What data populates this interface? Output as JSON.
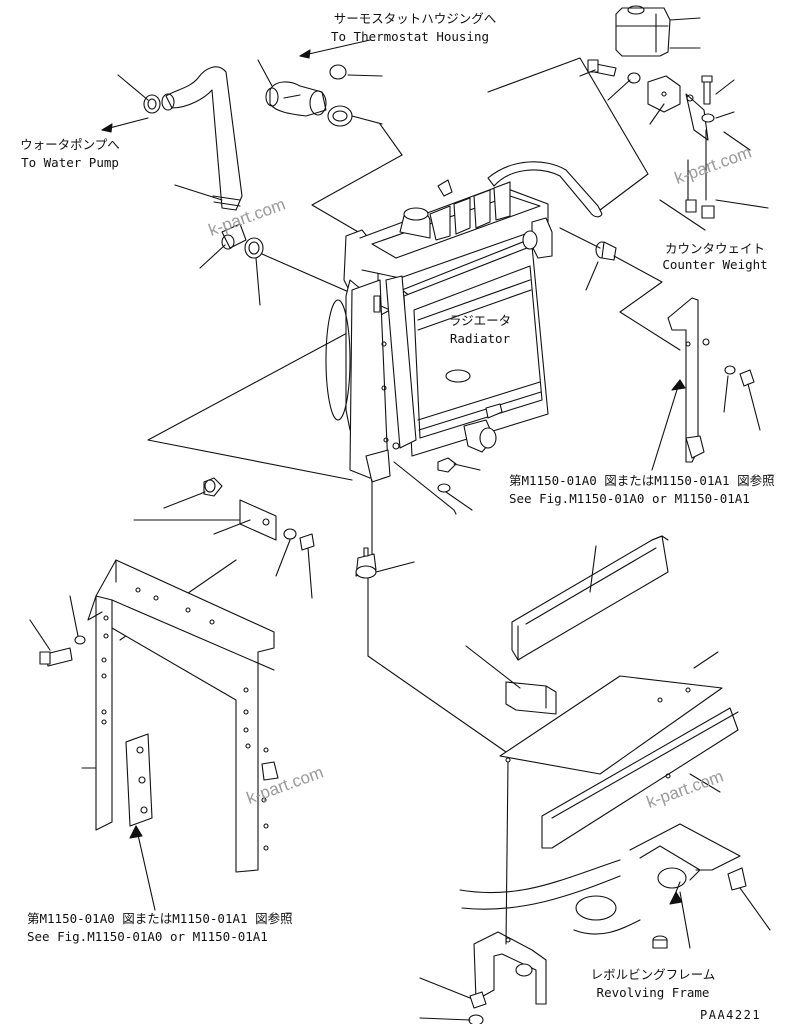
{
  "labels": {
    "thermostat": {
      "ja": "サーモスタットハウジングへ",
      "en": "To Thermostat Housing"
    },
    "water_pump": {
      "ja": "ウォータポンプへ",
      "en": "To Water Pump"
    },
    "counter_weight": {
      "ja": "カウンタウェイト",
      "en": "Counter Weight"
    },
    "radiator": {
      "ja": "ラジエータ",
      "en": "Radiator"
    },
    "see_fig_right": {
      "ja": "第M1150-01A0 図またはM1150-01A1 図参照",
      "en": "See Fig.M1150-01A0 or M1150-01A1"
    },
    "see_fig_left": {
      "ja": "第M1150-01A0 図またはM1150-01A1 図参照",
      "en": "See Fig.M1150-01A0 or M1150-01A1"
    },
    "revolving_frame": {
      "ja": "レボルビングフレーム",
      "en": "Revolving Frame"
    }
  },
  "watermark": "k-part.com",
  "drawing_code": "PAA4221"
}
